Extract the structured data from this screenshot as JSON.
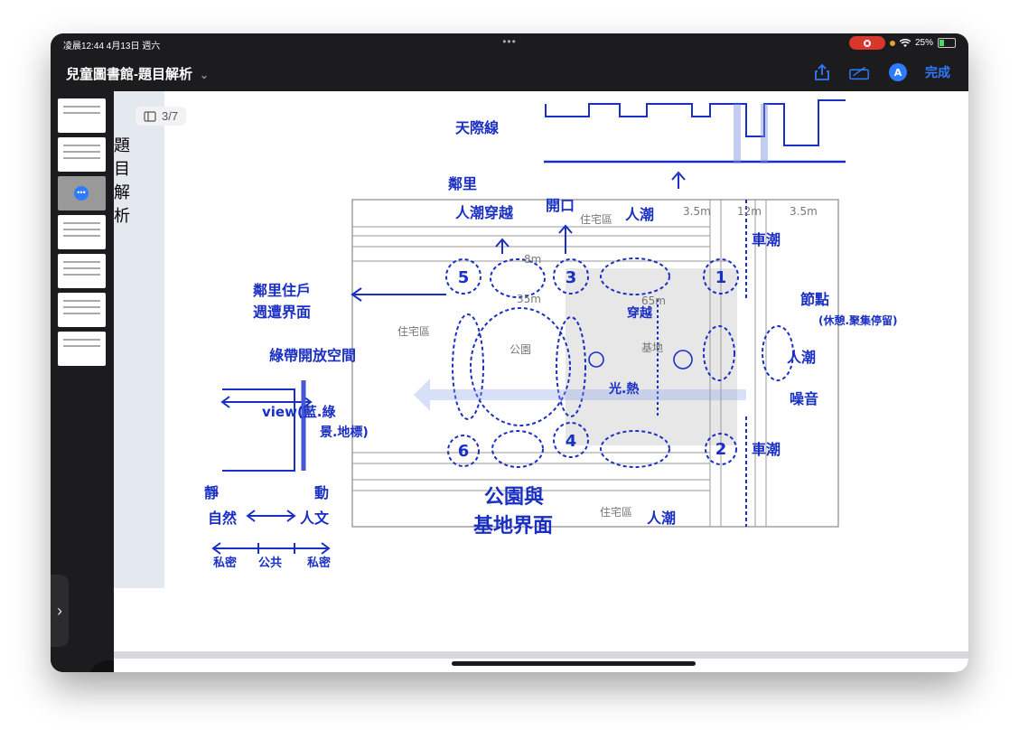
{
  "status": {
    "time_date": "凌晨12:44 4月13日 週六",
    "battery": "25%"
  },
  "toolbar": {
    "title": "兒童圖書館-題目解析",
    "done_label": "完成"
  },
  "page": {
    "counter": "3/7",
    "vertical_title": "題目解析"
  },
  "drawing": {
    "skyline_label": "天際線",
    "neighbor_label": "鄰里",
    "cross_label": "人潮穿越",
    "door_label": "開口",
    "residential_top": "住宅區",
    "residential_left": "住宅區",
    "residential_bottom": "住宅區",
    "park_label": "公園",
    "site_label": "基地",
    "people_flow": "人潮",
    "crossing": "穿越",
    "dim_35": "3.5m",
    "dim_12": "12m",
    "dim_8": "8m",
    "dim_35m": "35m",
    "dim_65": "65m",
    "car_flow": "車潮",
    "node_label": "節點",
    "node_sub": "(休憩.聚集停留)",
    "neighbor_interface": "鄰里住戶",
    "interface_label": "週遭界面",
    "open_space": "綠帶開放空間",
    "view_label": "view(藍.綠",
    "view_sub": "景.地標)",
    "light_label": "光.熱",
    "noise_label": "噪音",
    "quiet": "靜",
    "active": "動",
    "nature": "自然",
    "human": "人文",
    "private1": "私密",
    "public": "公共",
    "private2": "私密",
    "park_interface1": "公園與",
    "park_interface2": "基地界面",
    "circles": [
      "1",
      "2",
      "3",
      "4",
      "5",
      "6"
    ]
  },
  "colors": {
    "ink": "#1a2fc4",
    "accent": "#2f7bff"
  }
}
